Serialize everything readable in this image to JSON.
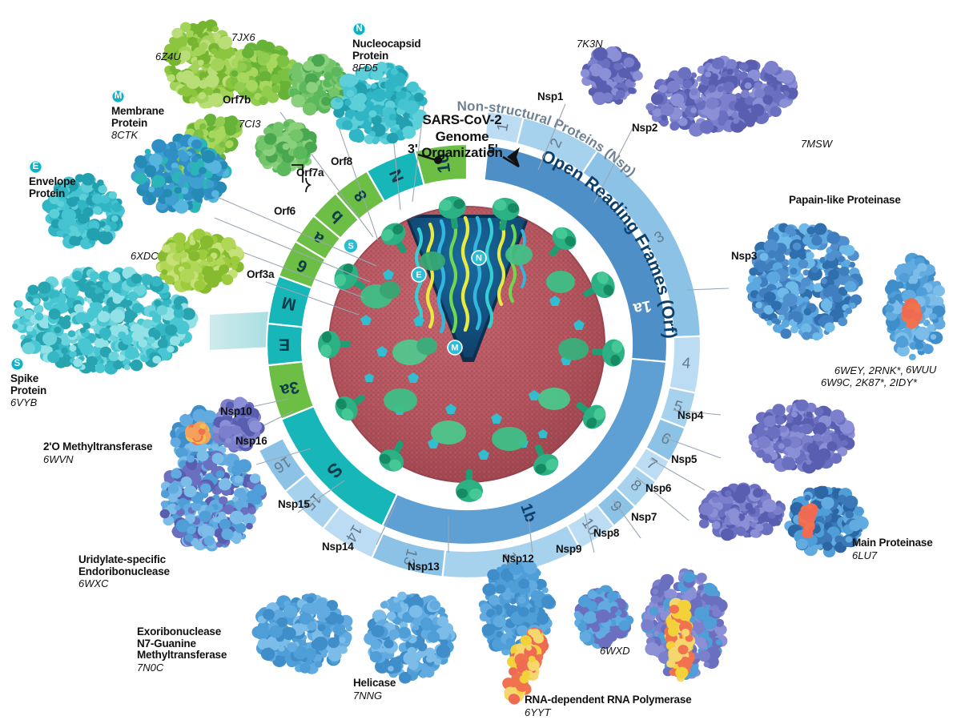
{
  "title": {
    "line1": "SARS-CoV-2",
    "line2": "Genome",
    "line3": "Organization"
  },
  "genome": {
    "five_prime": "5'",
    "three_prime": "3'",
    "orf_ring_label": "Open Reading Frames (Orf)",
    "nsp_ring_label": "Non-structural Proteins (Nsp)",
    "orf_segments": [
      {
        "id": "1a",
        "label": "1a",
        "color": "#4e8fc7",
        "kind": "orf-major"
      },
      {
        "id": "1b",
        "label": "1b",
        "color": "#5e9fd4",
        "kind": "orf-major"
      },
      {
        "id": "S",
        "label": "S",
        "color": "#16b6b9",
        "kind": "structural"
      },
      {
        "id": "3a",
        "label": "3a",
        "color": "#6cbe45",
        "kind": "accessory"
      },
      {
        "id": "E",
        "label": "E",
        "color": "#16b6b9",
        "kind": "structural"
      },
      {
        "id": "M",
        "label": "M",
        "color": "#16b6b9",
        "kind": "structural"
      },
      {
        "id": "6",
        "label": "6",
        "color": "#6cbe45",
        "kind": "accessory"
      },
      {
        "id": "a",
        "label": "a",
        "color": "#6cbe45",
        "kind": "accessory"
      },
      {
        "id": "b",
        "label": "b",
        "color": "#6cbe45",
        "kind": "accessory"
      },
      {
        "id": "8",
        "label": "8",
        "color": "#6cbe45",
        "kind": "accessory"
      },
      {
        "id": "N",
        "label": "N",
        "color": "#16b6b9",
        "kind": "structural"
      },
      {
        "id": "10",
        "label": "10",
        "color": "#6cbe45",
        "kind": "accessory"
      }
    ],
    "nsp_segments": [
      {
        "n": "1"
      },
      {
        "n": "2"
      },
      {
        "n": "3"
      },
      {
        "n": "4"
      },
      {
        "n": "5"
      },
      {
        "n": "6"
      },
      {
        "n": "7"
      },
      {
        "n": "8"
      },
      {
        "n": "9"
      },
      {
        "n": "10"
      },
      {
        "n": "12"
      },
      {
        "n": "13"
      },
      {
        "n": "14"
      },
      {
        "n": "15"
      },
      {
        "n": "16"
      }
    ]
  },
  "virion_markers": [
    {
      "letter": "S"
    },
    {
      "letter": "E"
    },
    {
      "letter": "N"
    },
    {
      "letter": "M"
    }
  ],
  "structural_proteins": [
    {
      "badge": "N",
      "name_lines": [
        "Nucleocapsid",
        "Protein"
      ],
      "pdb": "8FD5"
    },
    {
      "badge": "M",
      "name_lines": [
        "Membrane",
        "Protein"
      ],
      "pdb": "8CTK"
    },
    {
      "badge": "E",
      "name_lines": [
        "Envelope",
        "Protein"
      ],
      "pdb": ""
    },
    {
      "badge": "S",
      "name_lines": [
        "Spike",
        "Protein"
      ],
      "pdb": "6VYB"
    }
  ],
  "accessory_pdbs": [
    {
      "id": "6Z4U"
    },
    {
      "id": "7JX6"
    },
    {
      "id": "7CI3"
    },
    {
      "id": "6XDC"
    }
  ],
  "orf_leader_labels": [
    {
      "label": "Orf7b"
    },
    {
      "label": "Orf8"
    },
    {
      "label": "Orf7a"
    },
    {
      "label": "Orf6"
    },
    {
      "label": "Orf3a"
    }
  ],
  "nsp_leader_labels": [
    {
      "label": "Nsp1"
    },
    {
      "label": "Nsp2"
    },
    {
      "label": "Nsp3"
    },
    {
      "label": "Nsp4"
    },
    {
      "label": "Nsp5"
    },
    {
      "label": "Nsp6"
    },
    {
      "label": "Nsp7"
    },
    {
      "label": "Nsp8"
    },
    {
      "label": "Nsp9"
    },
    {
      "label": "Nsp10"
    },
    {
      "label": "Nsp12"
    },
    {
      "label": "Nsp13"
    },
    {
      "label": "Nsp14"
    },
    {
      "label": "Nsp15"
    },
    {
      "label": "Nsp16"
    }
  ],
  "nonstructural_proteins": [
    {
      "name_lines": [
        "Papain-like Proteinase"
      ],
      "pdb": "6WEY, 2RNK*,",
      "pdb2": "6W9C, 2K87*, 2IDY*",
      "pdb_side": "6WUU"
    },
    {
      "name_lines": [
        "Main Proteinase"
      ],
      "pdb": "6LU7"
    },
    {
      "name_lines": [
        "2'O Methyltransferase"
      ],
      "pdb": "6WVN"
    },
    {
      "name_lines": [
        "Uridylate-specific",
        "Endoribonuclease"
      ],
      "pdb": "6WXC"
    },
    {
      "name_lines": [
        "Exoribonuclease",
        "N7-Guanine",
        "Methyltransferase"
      ],
      "pdb": "7N0C"
    },
    {
      "name_lines": [
        "Helicase"
      ],
      "pdb": "7NNG"
    },
    {
      "name_lines": [
        "RNA-dependent RNA Polymerase"
      ],
      "pdb": "6YYT"
    }
  ],
  "loose_pdbs": [
    {
      "id": "7K3N"
    },
    {
      "id": "7MSW"
    },
    {
      "id": "6WXD"
    }
  ],
  "colors": {
    "structural_teal": "#16b6b9",
    "accessory_green": "#6cbe45",
    "orf1a_blue": "#4e8fc7",
    "orf1b_blue": "#5e9fd4",
    "nsp_light_blue": "#a7d2ee",
    "nsp_mid_blue": "#8cc2e6",
    "nsp_num_gray": "#6b7f90",
    "membrane_red": "#b4555e",
    "nsp_protein_purple": "#6b6fc0",
    "nsp_protein_blue": "#4f9ed8",
    "rna_yellow": "#f2d13b",
    "rna_orange": "#f0724e"
  }
}
